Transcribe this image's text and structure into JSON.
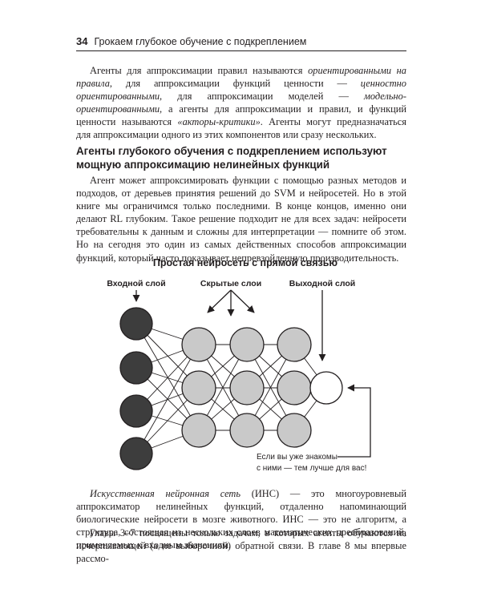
{
  "header": {
    "page_number": "34",
    "title": "Грокаем глубокое обучение с подкреплением"
  },
  "para1": {
    "s1": "Агенты для аппроксимации правил называются ",
    "em1": "ориентированными на правила",
    "s2": ", для аппроксимации функций ценности — ",
    "em2": "ценностно ориентированными",
    "s3": ", для аппроксимации моделей — ",
    "em3": "модельно-ориентированными",
    "s4": ", а агенты для аппроксимации и правил, и функций ценности называются ",
    "em4": "«акторы-критики»",
    "s5": ". Агенты могут предназначаться для аппроксимации одного из этих компонентов или сразу нескольких."
  },
  "heading": "Агенты глубокого обучения с подкреплением используют мощную аппроксимацию нелинейных функций",
  "para2": "Агент может аппроксимировать функции с помощью разных методов и подходов, от деревьев принятия решений до SVM и нейросетей. Но в этой книге мы ограничимся только последними. В конце концов, именно они делают RL глубоким. Такое решение подходит не для всех задач: нейросети требовательны к данным и сложны для интерпретации — помните об этом. Но на сегодня это один из самых действенных способов аппроксимации функций, который часто показывает непревзойденную производительность.",
  "figure": {
    "title": "Простая нейросеть с прямой связью",
    "input_label": "Входной слой",
    "hidden_label": "Скрытые слои",
    "output_label": "Выходной слой",
    "note_line1": "Если вы уже знакомы",
    "note_line2": "с ними — тем лучше для вас!",
    "input_color": "#3d3d3d",
    "hidden_color": "#c9c9c9",
    "output_color": "#ffffff",
    "layers": [
      4,
      3,
      3,
      3,
      1
    ]
  },
  "para3": {
    "em": "Искусственная нейронная сеть",
    "rest": " (ИНС) — это многоуровневый аппроксиматор нелинейных функций, отдаленно напоминающий биологические нейросети в мозге животного. ИНС — это не алгоритм, а структура, состоящая из нескольких слоев математических преобразований, применяемых к входным значениям."
  },
  "para4": "Главы 3–7 посвящены только задачам, в которых агенты обучаются на исчерпывающей (а не выборочной) обратной связи. В главе 8 мы впервые рассмо-"
}
